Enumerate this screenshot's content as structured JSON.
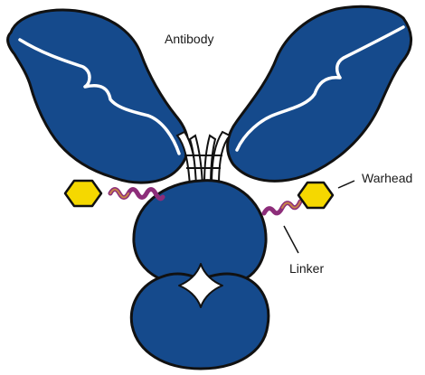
{
  "labels": {
    "antibody": "Antibody",
    "warhead": "Warhead",
    "linker": "Linker"
  },
  "colors": {
    "antibody_fill": "#154a8c",
    "outline": "#111111",
    "warhead_fill": "#f5d800",
    "linker_stroke": "#8d2d7a",
    "linker_accent": "#d9a23a",
    "background": "#ffffff"
  }
}
